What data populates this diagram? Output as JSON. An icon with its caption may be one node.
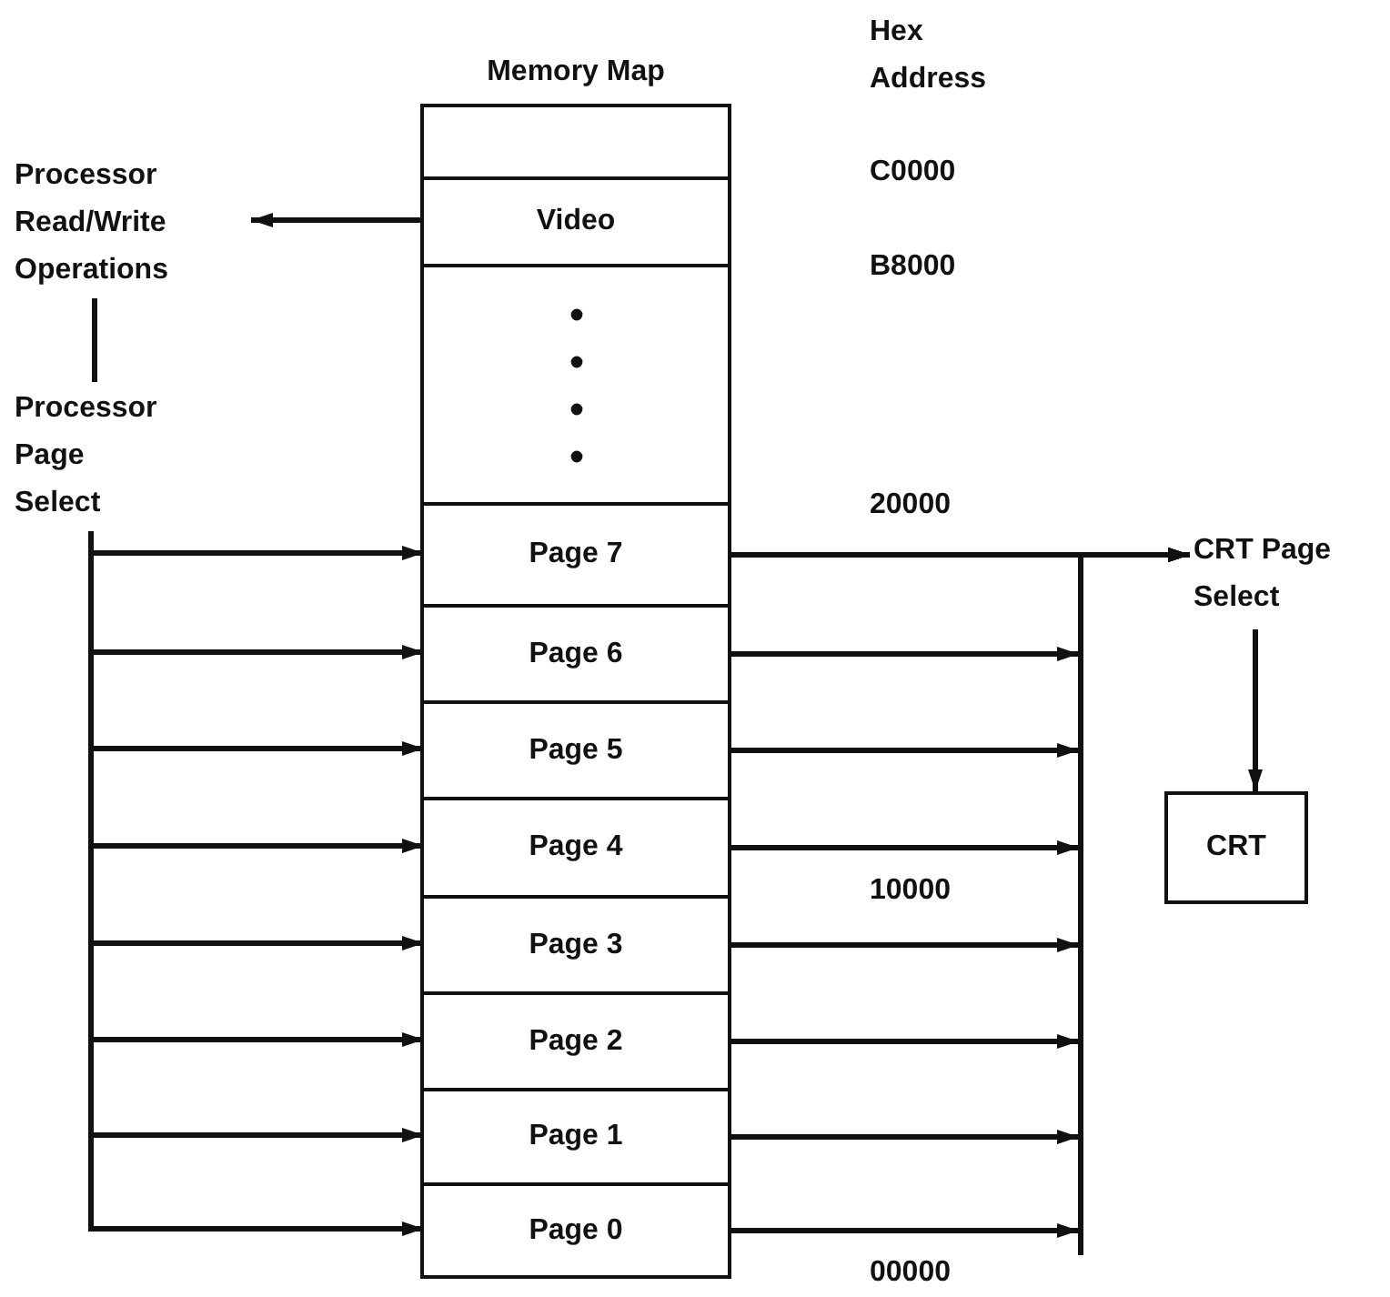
{
  "diagram": {
    "nodes": [
      {
        "text": [
          "Memory Map"
        ]
      },
      {
        "text": [],
        "shape": "box",
        "in": 0
      },
      {
        "text": [
          "Video"
        ],
        "in": 0
      },
      {
        "text": [],
        "shape": "box",
        "in": 0
      },
      {
        "text": [
          "Page 7"
        ],
        "in": 0
      },
      {
        "text": [
          "Page 6"
        ],
        "in": 0
      },
      {
        "text": [
          "Page 5"
        ],
        "in": 0
      },
      {
        "text": [
          "Page 4"
        ],
        "in": 0
      },
      {
        "text": [
          "Page 3"
        ],
        "in": 0
      },
      {
        "text": [
          "Page 2"
        ],
        "in": 0
      },
      {
        "text": [
          "Page 1"
        ],
        "in": 0
      },
      {
        "text": [
          "Page 0"
        ],
        "in": 0
      },
      {
        "text": [
          "Processor Read/Write Operations"
        ]
      },
      {
        "text": [
          "Processor Page Select"
        ]
      },
      {
        "text": [
          "CRT Page Select"
        ]
      },
      {
        "text": [
          "CRT"
        ]
      }
    ],
    "edges": [
      {
        "from": 2,
        "to": 12,
        "arrow": "to"
      },
      {
        "from": 12,
        "to": 13,
        "arrow": "none"
      },
      {
        "from": 13,
        "to": 4,
        "arrow": "to"
      },
      {
        "from": 13,
        "to": 5,
        "arrow": "to"
      },
      {
        "from": 13,
        "to": 6,
        "arrow": "to"
      },
      {
        "from": 13,
        "to": 7,
        "arrow": "to"
      },
      {
        "from": 13,
        "to": 8,
        "arrow": "to"
      },
      {
        "from": 13,
        "to": 9,
        "arrow": "to"
      },
      {
        "from": 13,
        "to": 10,
        "arrow": "to"
      },
      {
        "from": 13,
        "to": 11,
        "arrow": "to"
      },
      {
        "from": 4,
        "to": 14,
        "arrow": "to"
      },
      {
        "from": 5,
        "to": 14,
        "arrow": "to"
      },
      {
        "from": 6,
        "to": 14,
        "arrow": "to"
      },
      {
        "from": 7,
        "to": 14,
        "arrow": "to"
      },
      {
        "from": 8,
        "to": 14,
        "arrow": "to"
      },
      {
        "from": 9,
        "to": 14,
        "arrow": "to"
      },
      {
        "from": 10,
        "to": 14,
        "arrow": "to"
      },
      {
        "from": 11,
        "to": 14,
        "arrow": "to"
      },
      {
        "from": 14,
        "to": 15,
        "arrow": "to"
      }
    ],
    "labels": [
      "Hex Address",
      "C0000",
      "B8000",
      "20000",
      "10000",
      "00000"
    ]
  }
}
